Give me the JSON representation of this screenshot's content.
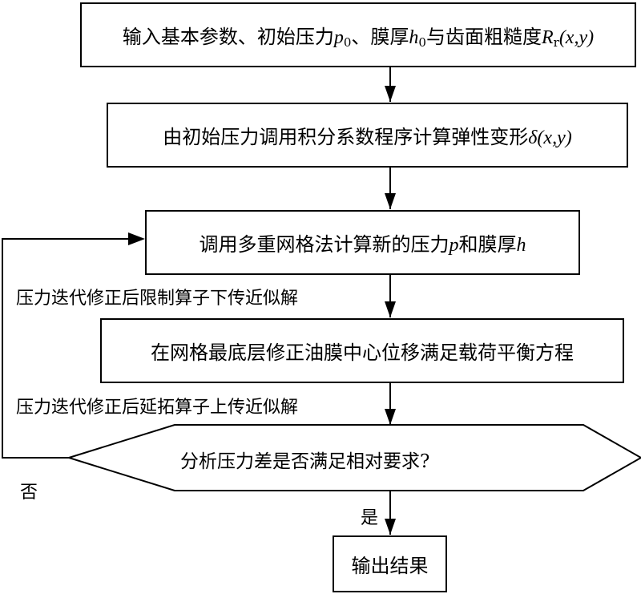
{
  "diagram": {
    "steps": [
      {
        "id": "input",
        "text_prefix": "输入基本参数、初始压力",
        "var1": "p",
        "var1_sub": "0",
        "text_mid": "、膜厚",
        "var2": "h",
        "var2_sub": "0",
        "text_mid2": "与齿面粗糙度",
        "var3": "R",
        "var3_sub": "r",
        "text_suffix": "(x,y)"
      },
      {
        "id": "elastic",
        "text_prefix": "由初始压力调用积分系数程序计算弹性变形",
        "var": "δ",
        "text_suffix": "(x,y)"
      },
      {
        "id": "multigrid",
        "text_prefix": "调用多重网格法计算新的压力",
        "var1": "p",
        "text_mid": "和膜厚",
        "var2": "h"
      },
      {
        "id": "bottom",
        "text": "在网格最底层修正油膜中心位移满足载荷平衡方程"
      },
      {
        "id": "output",
        "text": "输出结果"
      }
    ],
    "decision": {
      "text": "分析压力差是否满足相对要求?",
      "yes_label": "是",
      "no_label": "否"
    },
    "edge_labels": {
      "restrict": "压力迭代修正后限制算子下传近似解",
      "prolong": "压力迭代修正后延拓算子上传近似解"
    }
  }
}
